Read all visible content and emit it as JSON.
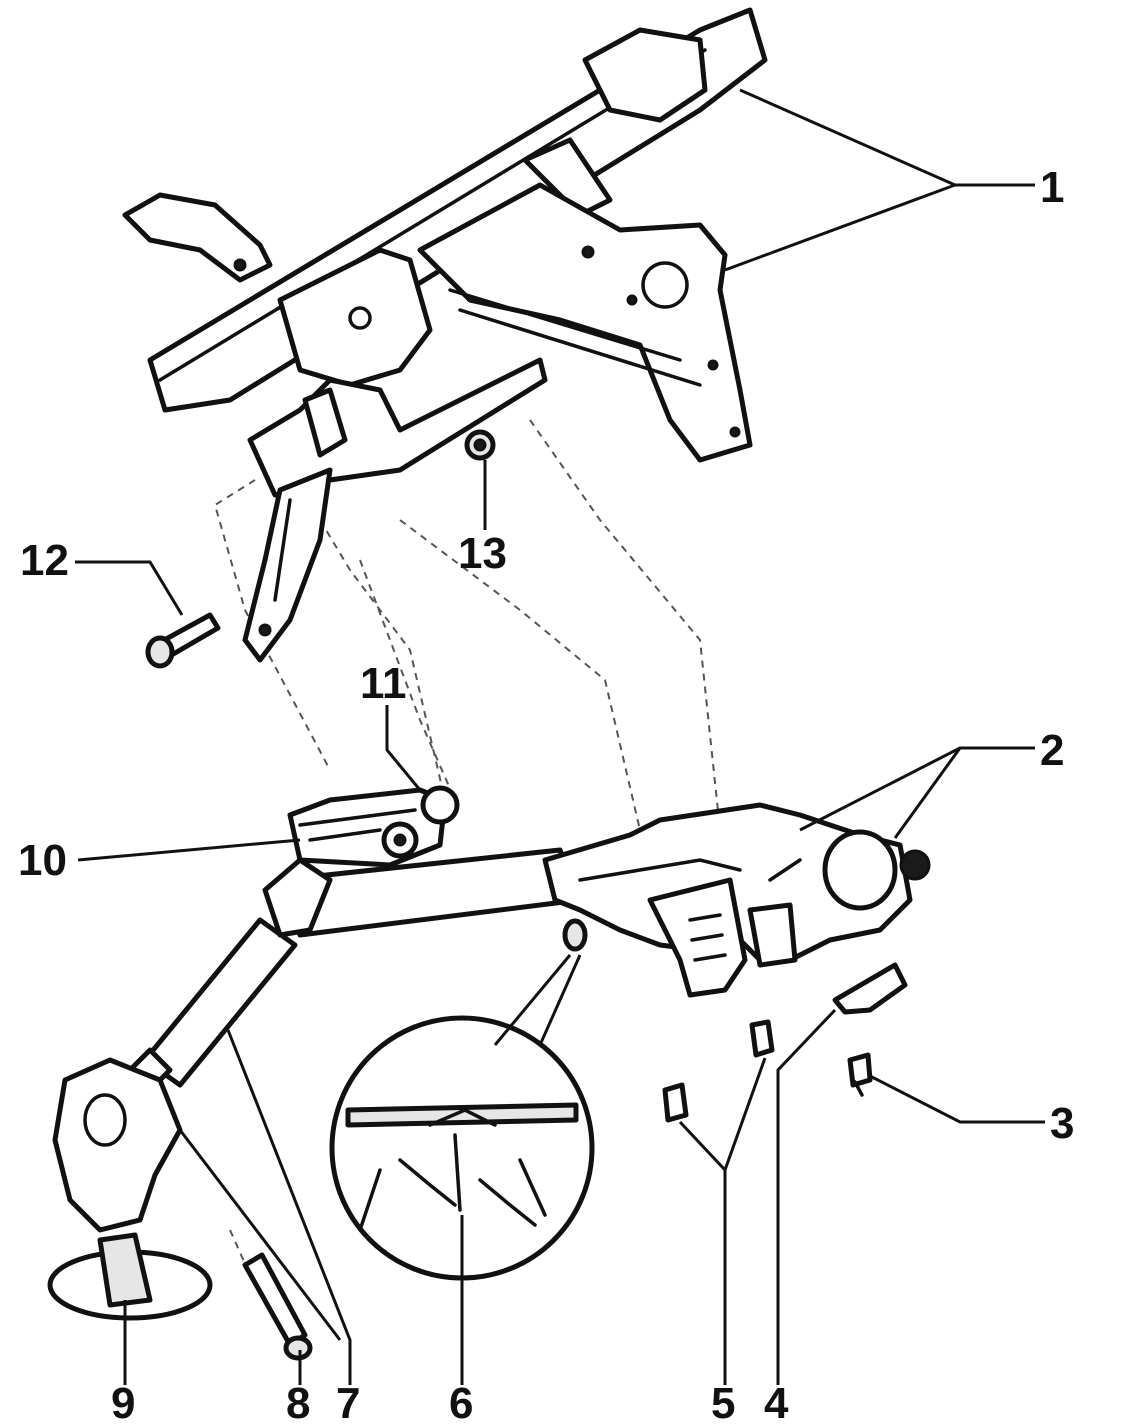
{
  "diagram": {
    "callouts": [
      {
        "id": "label-1",
        "text": "1"
      },
      {
        "id": "label-2",
        "text": "2"
      },
      {
        "id": "label-3",
        "text": "3"
      },
      {
        "id": "label-4",
        "text": "4"
      },
      {
        "id": "label-5",
        "text": "5"
      },
      {
        "id": "label-6",
        "text": "6"
      },
      {
        "id": "label-7",
        "text": "7"
      },
      {
        "id": "label-8",
        "text": "8"
      },
      {
        "id": "label-9",
        "text": "9"
      },
      {
        "id": "label-10",
        "text": "10"
      },
      {
        "id": "label-11",
        "text": "11"
      },
      {
        "id": "label-12",
        "text": "12"
      },
      {
        "id": "label-13",
        "text": "13"
      }
    ]
  }
}
